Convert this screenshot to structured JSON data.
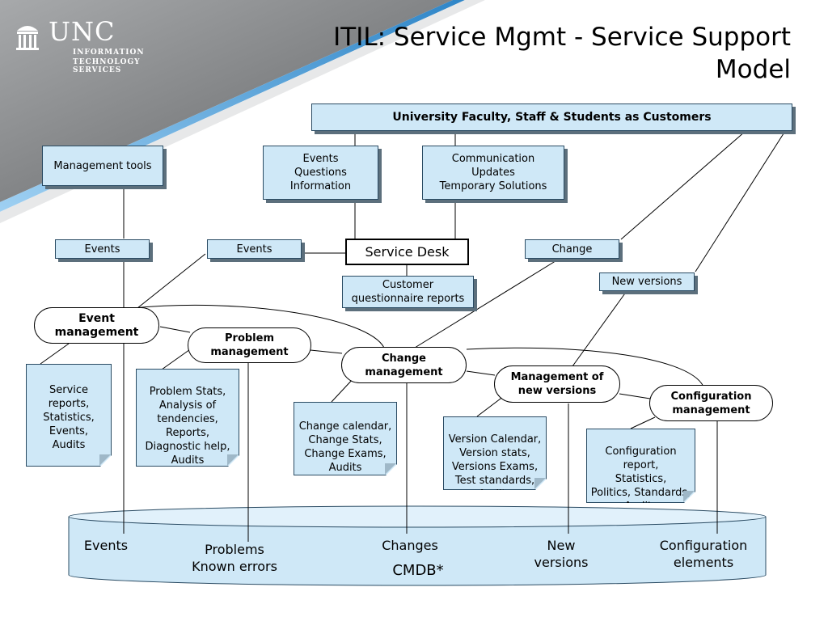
{
  "logo": {
    "name": "UNC",
    "subtitle_line1": "INFORMATION",
    "subtitle_line2": "TECHNOLOGY SERVICES",
    "icon": "old-well-icon"
  },
  "title": "ITIL: Service Mgmt - Service Support Model",
  "customers": "University Faculty, Staff & Students as Customers",
  "management_tools": "Management tools",
  "events_questions": "Events\nQuestions\nInformation",
  "communication": "Communication\nUpdates\nTemporary Solutions",
  "events_left": "Events",
  "events_mid": "Events",
  "service_desk": "Service Desk",
  "change_label": "Change",
  "new_versions_label": "New versions",
  "customer_reports": "Customer\nquestionnaire reports",
  "processes": {
    "event_management": "Event\nmanagement",
    "problem_management": "Problem\nmanagement",
    "change_management": "Change\nmanagement",
    "new_versions_management": "Management of\nnew versions",
    "configuration_management": "Configuration\nmanagement"
  },
  "notes": {
    "service": "Service\nreports,\nStatistics,\nEvents,\nAudits",
    "problem": "Problem Stats,\nAnalysis of\ntendencies,\nReports,\nDiagnostic help,\nAudits",
    "change": "Change calendar,\nChange Stats,\nChange Exams,\nAudits",
    "version": "Version Calendar,\nVersion stats,\nVersions Exams,\nTest standards,\nAudits",
    "configuration": "Configuration\nreport,\nStatistics,\nPolitics, Standards,\nAudits"
  },
  "cmdb": {
    "events": "Events",
    "problems": "Problems\nKnown errors",
    "changes": "Changes",
    "new_versions": "New\nversions",
    "configuration": "Configuration\nelements",
    "name": "CMDB*"
  },
  "colors": {
    "box_fill": "#cfe8f7",
    "box_border": "#2a4b63",
    "banner_dark": "#8a8c8e",
    "banner_light": "#d4d6d8",
    "accent_blue": "#4a9fd8"
  }
}
